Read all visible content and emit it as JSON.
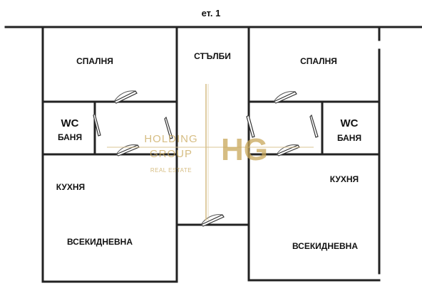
{
  "floor_label": "ет. 1",
  "rooms": {
    "left_bedroom": "СПАЛНЯ",
    "stairs": "СТЪЛБИ",
    "right_bedroom": "СПАЛНЯ",
    "left_wc": "WC",
    "left_bath": "БАНЯ",
    "right_wc": "WC",
    "right_bath": "БАНЯ",
    "left_kitchen": "КУХНЯ",
    "right_kitchen": "КУХНЯ",
    "left_living": "ВСЕКИДНЕВНА",
    "right_living": "ВСЕКИДНЕВНА"
  },
  "watermark": {
    "line1": "HOLDING",
    "line2": "GROUP",
    "line3": "REAL ESTATE",
    "monogram": "HG",
    "color": "#c9a85a"
  },
  "colors": {
    "wall": "#222222",
    "background": "#ffffff"
  }
}
